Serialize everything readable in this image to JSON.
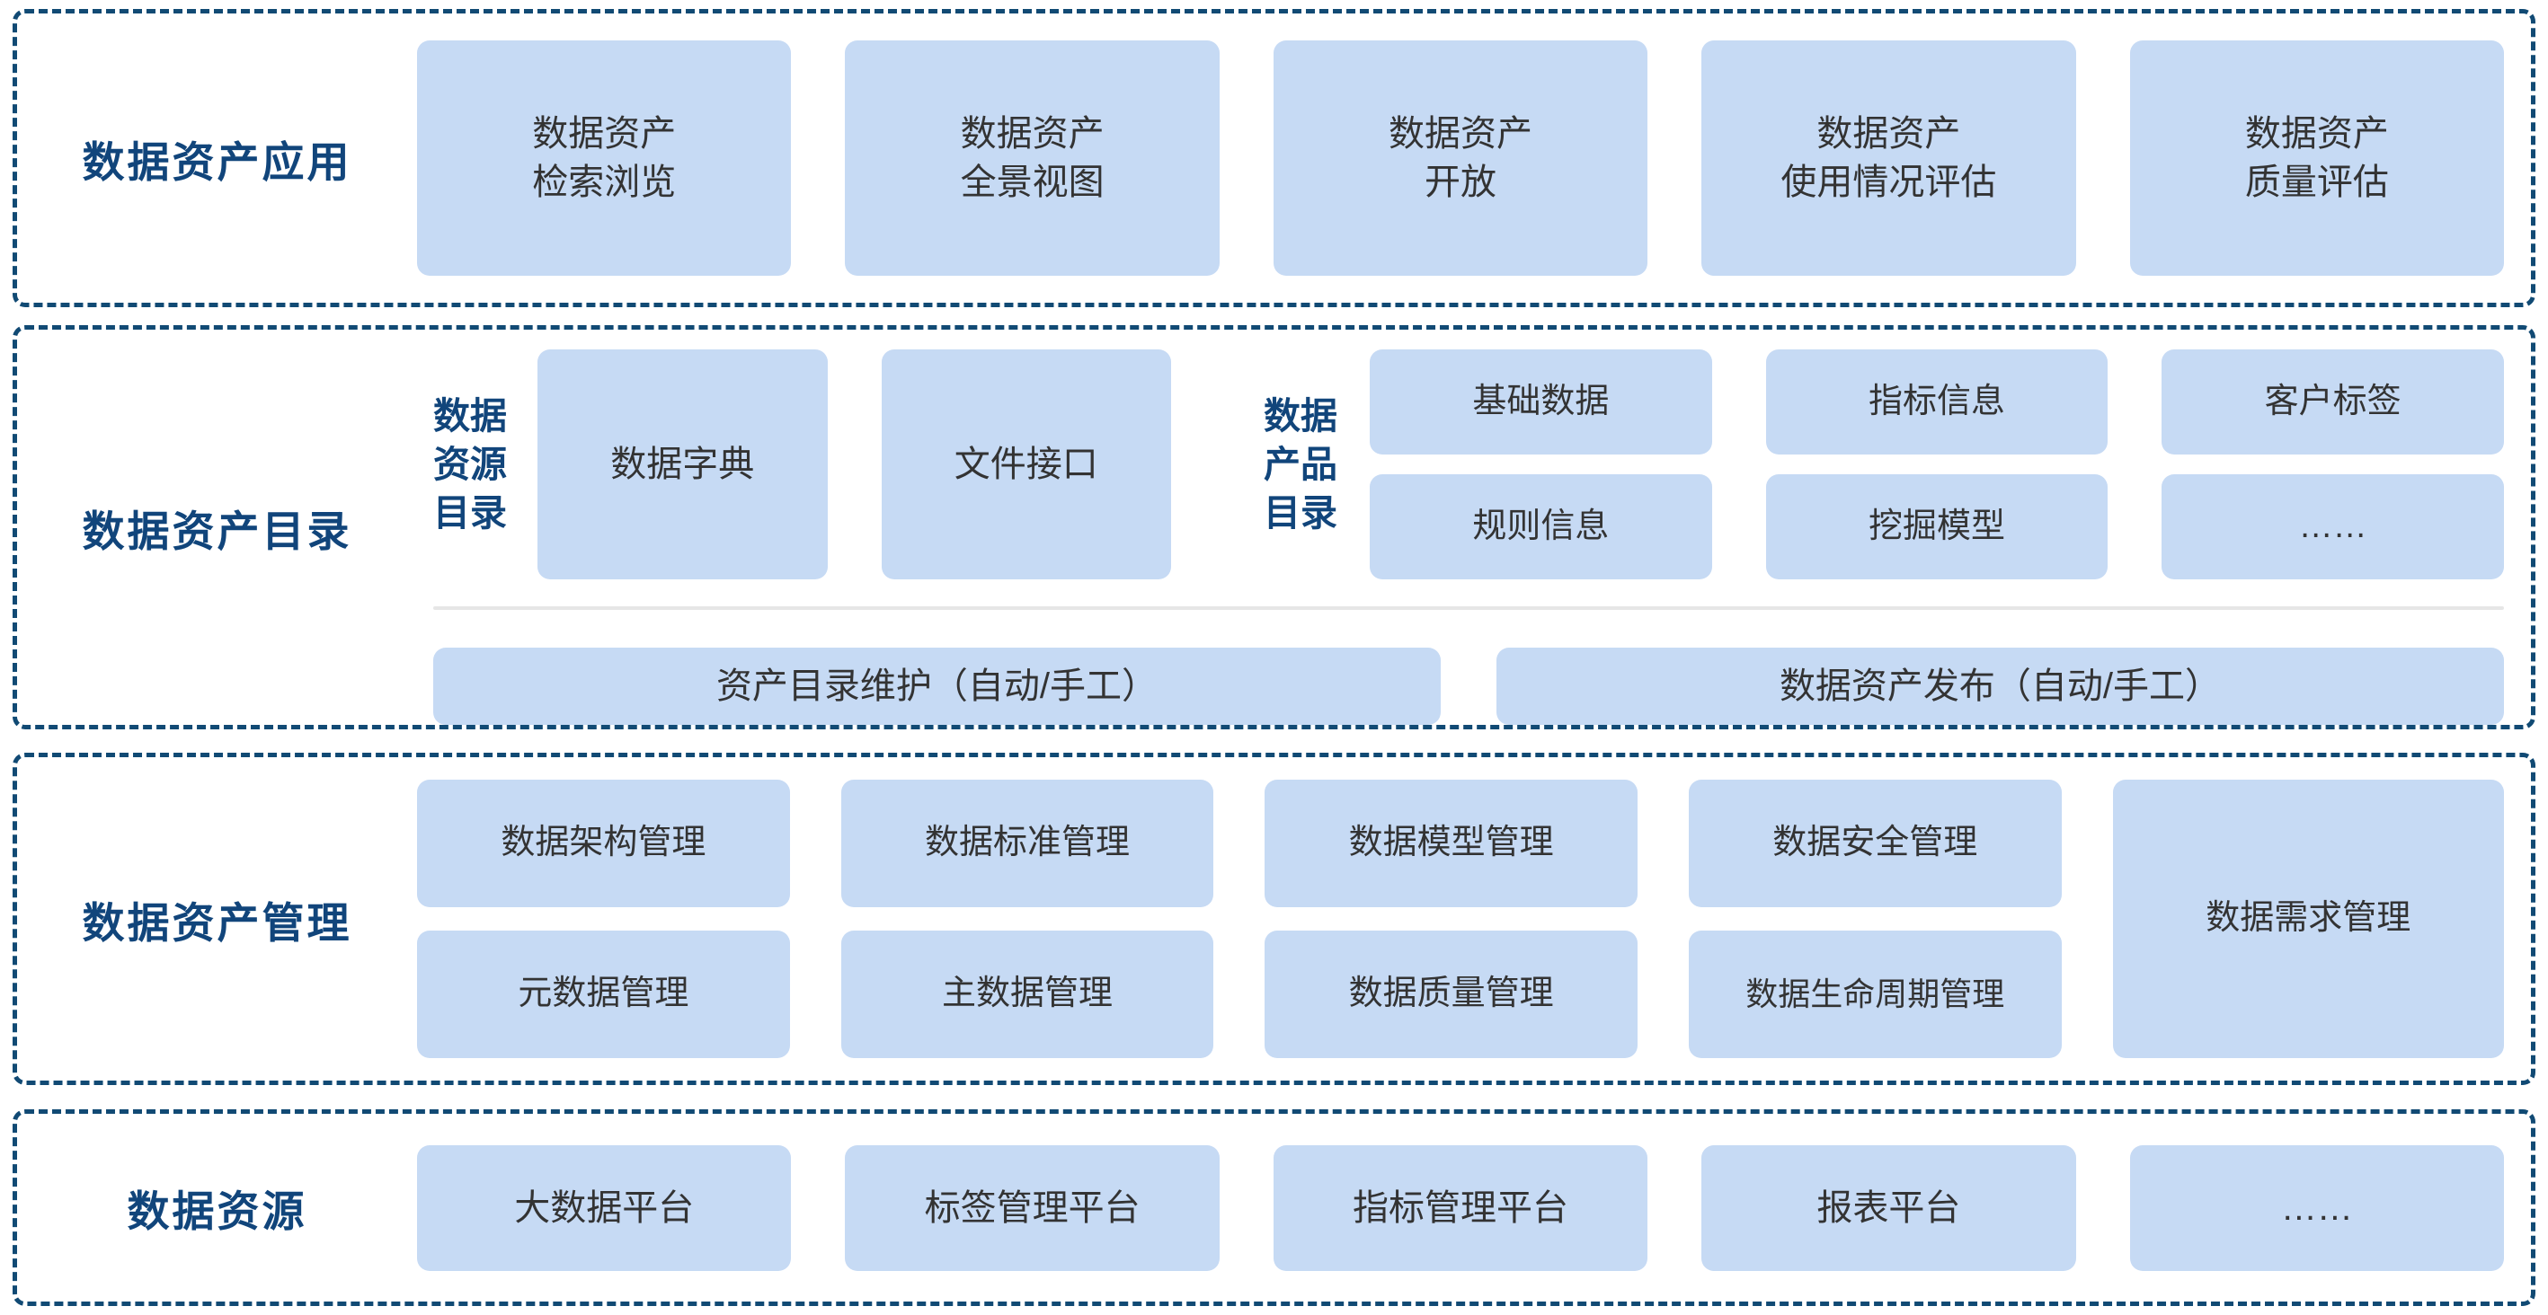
{
  "theme": {
    "tile_fill": "#c6daf4",
    "label_color": "#11457b",
    "panel_border": "#114a74",
    "tile_text": "#333333",
    "separator": "#e6e6e6",
    "background": "#ffffff"
  },
  "layers": {
    "application": {
      "label": "数据资产应用",
      "tiles": [
        "数据资产\n检索浏览",
        "数据资产\n全景视图",
        "数据资产\n开放",
        "数据资产\n使用情况评估",
        "数据资产\n质量评估"
      ]
    },
    "catalog": {
      "label": "数据资产目录",
      "resource_catalog": {
        "label_lines": [
          "数据",
          "资源",
          "目录"
        ],
        "tiles": [
          "数据字典",
          "文件接口"
        ]
      },
      "product_catalog": {
        "label_lines": [
          "数据",
          "产品",
          "目录"
        ],
        "tiles": [
          "基础数据",
          "指标信息",
          "客户标签",
          "规则信息",
          "挖掘模型",
          "……"
        ]
      },
      "bottom_tiles": [
        "资产目录维护（自动/手工）",
        "数据资产发布（自动/手工）"
      ]
    },
    "management": {
      "label": "数据资产管理",
      "tiles_row1": [
        "数据架构管理",
        "数据标准管理",
        "数据模型管理",
        "数据安全管理"
      ],
      "tiles_row2": [
        "元数据管理",
        "主数据管理",
        "数据质量管理",
        "数据生命周期管理"
      ],
      "tile_tall": "数据需求管理"
    },
    "source": {
      "label": "数据资源",
      "tiles": [
        "大数据平台",
        "标签管理平台",
        "指标管理平台",
        "报表平台",
        "……"
      ]
    }
  }
}
